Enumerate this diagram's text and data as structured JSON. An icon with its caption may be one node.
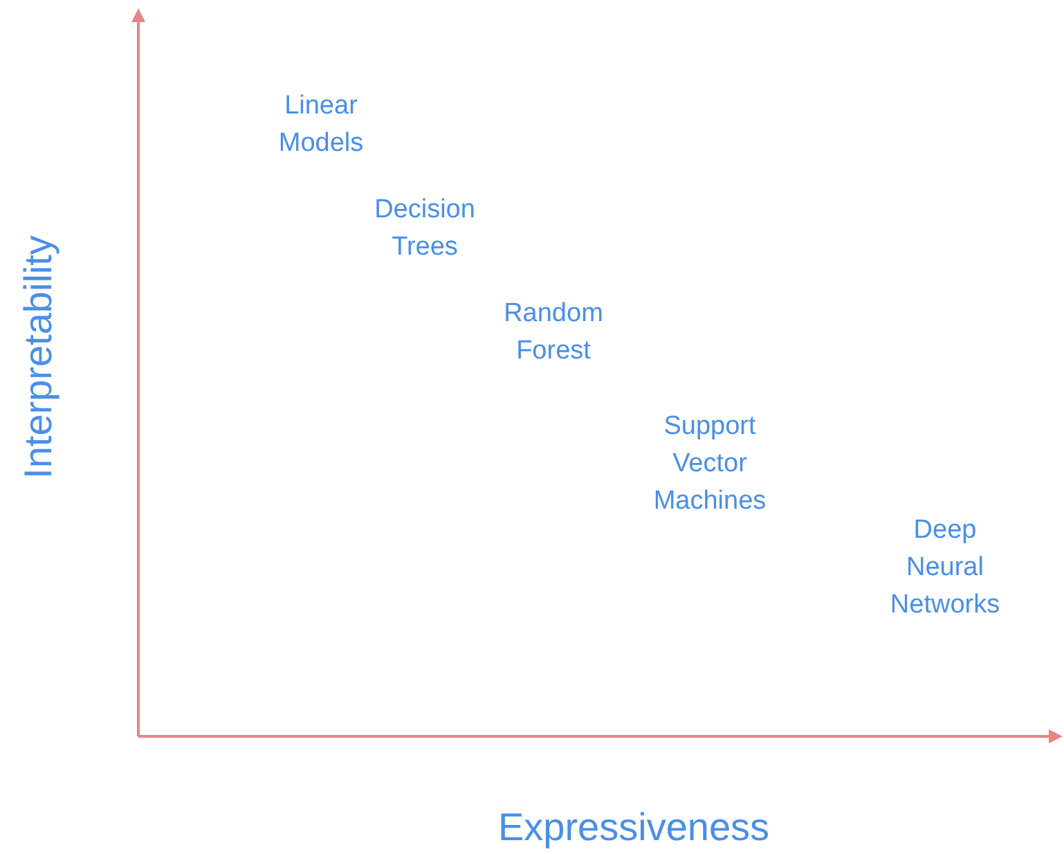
{
  "diagram": {
    "labels": [
      "Linear Models",
      "Decision Trees",
      "Random Forest",
      "Support Vector Machines",
      "Deep Neural Networks",
      "Interpretability",
      "Expressiveness"
    ]
  }
}
